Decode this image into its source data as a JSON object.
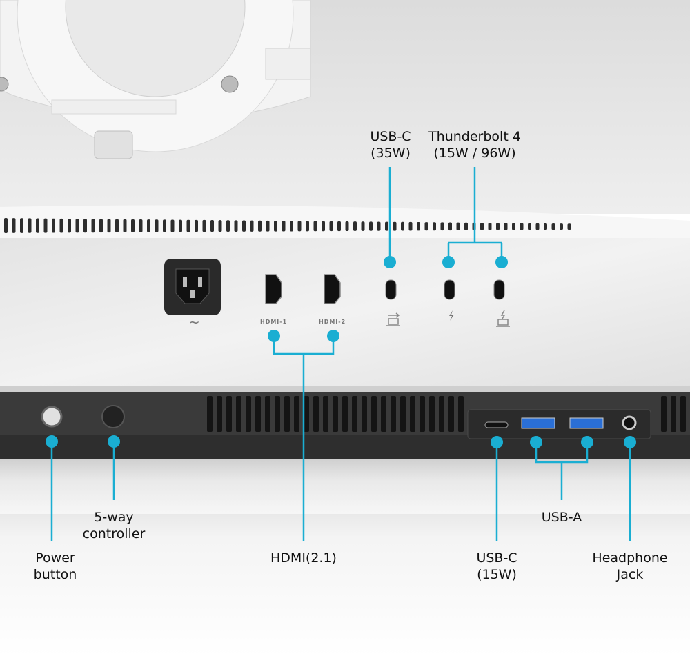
{
  "callouts": {
    "usbc_top": {
      "line1": "USB-C",
      "line2": "(35W)"
    },
    "thunderbolt": {
      "line1": "Thunderbolt 4",
      "line2": "(15W / 96W)"
    },
    "controller": {
      "line1": "5-way",
      "line2": "controller"
    },
    "power": {
      "line1": "Power",
      "line2": "button"
    },
    "hdmi": {
      "line1": "HDMI(2.1)"
    },
    "usba": {
      "line1": "USB-A"
    },
    "usbc_bottom": {
      "line1": "USB-C",
      "line2": "(15W)"
    },
    "headphone": {
      "line1": "Headphone",
      "line2": "Jack"
    }
  },
  "port_labels": {
    "hdmi1": "HDMI-1",
    "hdmi2": "HDMI-2",
    "ac": "~"
  },
  "colors": {
    "accent": "#1aaed2",
    "body": "#ececec",
    "dark": "#353535"
  }
}
